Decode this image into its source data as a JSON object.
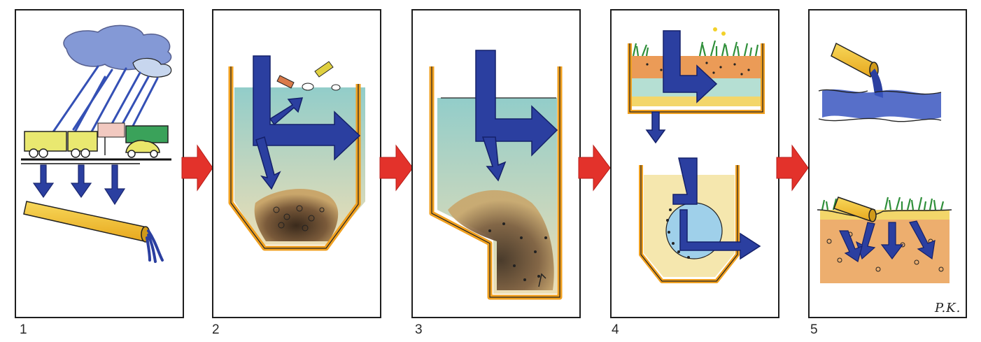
{
  "panels": [
    {
      "number": "1",
      "icon": "rain-runoff-icon"
    },
    {
      "number": "2",
      "icon": "settling-tank-icon"
    },
    {
      "number": "3",
      "icon": "sediment-chamber-icon"
    },
    {
      "number": "4",
      "icon": "filter-bed-icon"
    },
    {
      "number": "5",
      "icon": "discharge-infiltration-icon"
    }
  ],
  "signature": "P.K.",
  "colors": {
    "flow_arrow": "#2b3fa0",
    "step_arrow": "#e3322b",
    "pipe": "#f2c230",
    "tank_wall": "#f0a020",
    "water": "#a9d6cf",
    "sediment": "#6b4a2a",
    "grass": "#2f8f3a"
  }
}
